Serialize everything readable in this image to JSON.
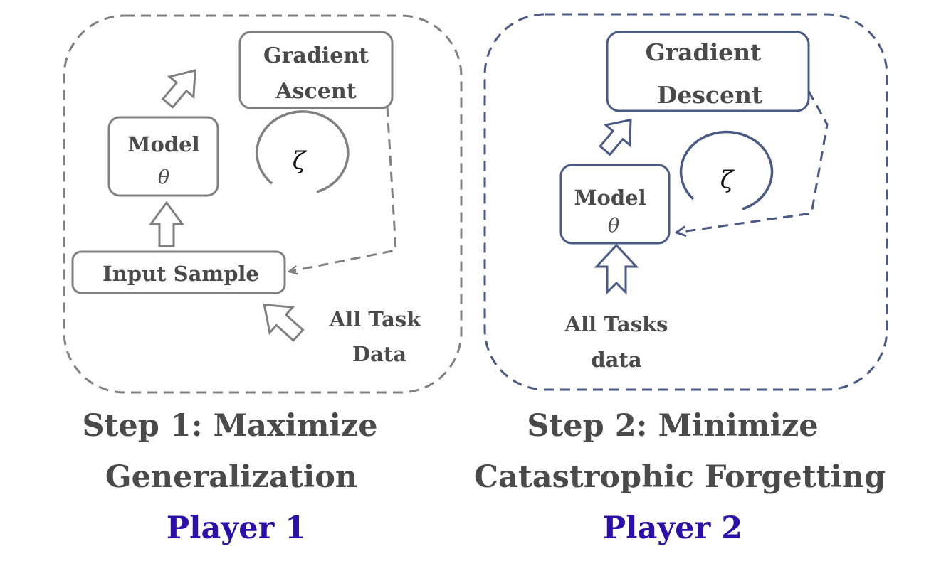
{
  "panel1": {
    "gradient_box": {
      "line1": "Gradient",
      "line2": "Ascent"
    },
    "model_box": {
      "label": "Model",
      "param": "θ"
    },
    "loop_symbol": "ζ",
    "input_box": {
      "label": "Input Sample"
    },
    "data_source": {
      "line1": "All Task",
      "line2": "Data"
    },
    "caption": {
      "line1": "Step 1: Maximize",
      "line2": "Generalization"
    },
    "player": "Player 1"
  },
  "panel2": {
    "gradient_box": {
      "line1": "Gradient",
      "line2": "Descent"
    },
    "model_box": {
      "label": "Model",
      "param": "θ"
    },
    "loop_symbol": "ζ",
    "data_source": {
      "line1": "All Tasks",
      "line2": "data"
    },
    "caption": {
      "line1": "Step 2: Minimize",
      "line2": "Catastrophic Forgetting"
    },
    "player": "Player 2"
  },
  "colors": {
    "panel1_stroke": "#808080",
    "panel2_stroke": "#4a5a85",
    "text": "#4a4a4a",
    "player": "#2a0fa8"
  }
}
